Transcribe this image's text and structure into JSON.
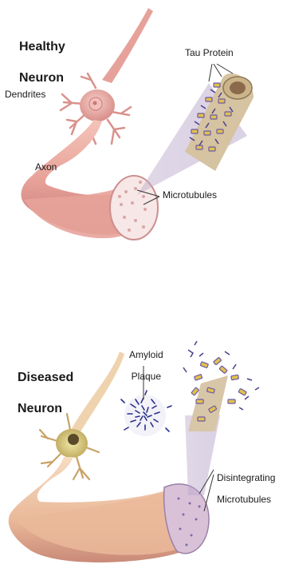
{
  "healthy": {
    "title_line1": "Healthy",
    "title_line2": "Neuron",
    "dendrites": "Dendrites",
    "axon": "Axon",
    "tau": "Tau Protein",
    "microtubules": "Microtubules"
  },
  "diseased": {
    "title_line1": "Diseased",
    "title_line2": "Neuron",
    "amyloid_line1": "Amyloid",
    "amyloid_line2": "Plaque",
    "disintegrating_line1": "Disintegrating",
    "disintegrating_line2": "Microtubules"
  },
  "colors": {
    "neuron_pink": "#e9a9a0",
    "neuron_dark": "#c9787a",
    "diseased_body": "#f0c9a8",
    "plaque_blue": "#2b2f8c",
    "tau_purple": "#6b5aa8",
    "tau_yellow": "#e7c34a"
  }
}
